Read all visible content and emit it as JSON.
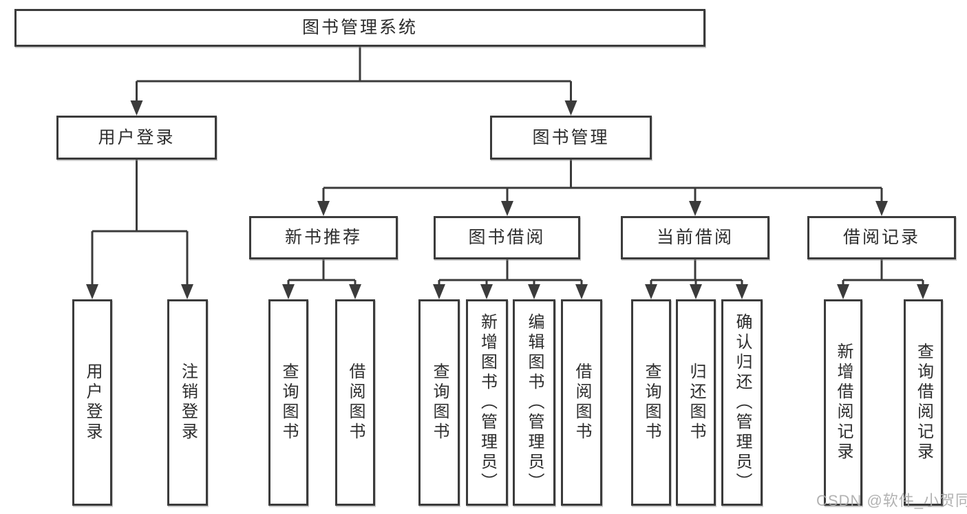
{
  "diagram": {
    "root": {
      "label": "图书管理系统"
    },
    "level2": [
      {
        "label": "用户登录",
        "children": [
          {
            "label": "用户登录"
          },
          {
            "label": "注销登录"
          }
        ]
      },
      {
        "label": "图书管理",
        "groups": [
          {
            "label": "新书推荐",
            "children": [
              {
                "label": "查询图书"
              },
              {
                "label": "借阅图书"
              }
            ]
          },
          {
            "label": "图书借阅",
            "children": [
              {
                "label": "查询图书"
              },
              {
                "label": "新增图书（管理员）"
              },
              {
                "label": "编辑图书（管理员）"
              },
              {
                "label": "借阅图书"
              }
            ]
          },
          {
            "label": "当前借阅",
            "children": [
              {
                "label": "查询图书"
              },
              {
                "label": "归还图书"
              },
              {
                "label": "确认归还（管理员）"
              }
            ]
          },
          {
            "label": "借阅记录",
            "children": [
              {
                "label": "新增借阅记录"
              },
              {
                "label": "查询借阅记录"
              }
            ]
          }
        ]
      }
    ]
  },
  "watermark": {
    "text": "CSDN @软件_小贺同学"
  },
  "colors": {
    "line": "#3b3b3b",
    "text": "#2d2d2d",
    "watermark": "#aaaaaa",
    "background": "#ffffff"
  }
}
